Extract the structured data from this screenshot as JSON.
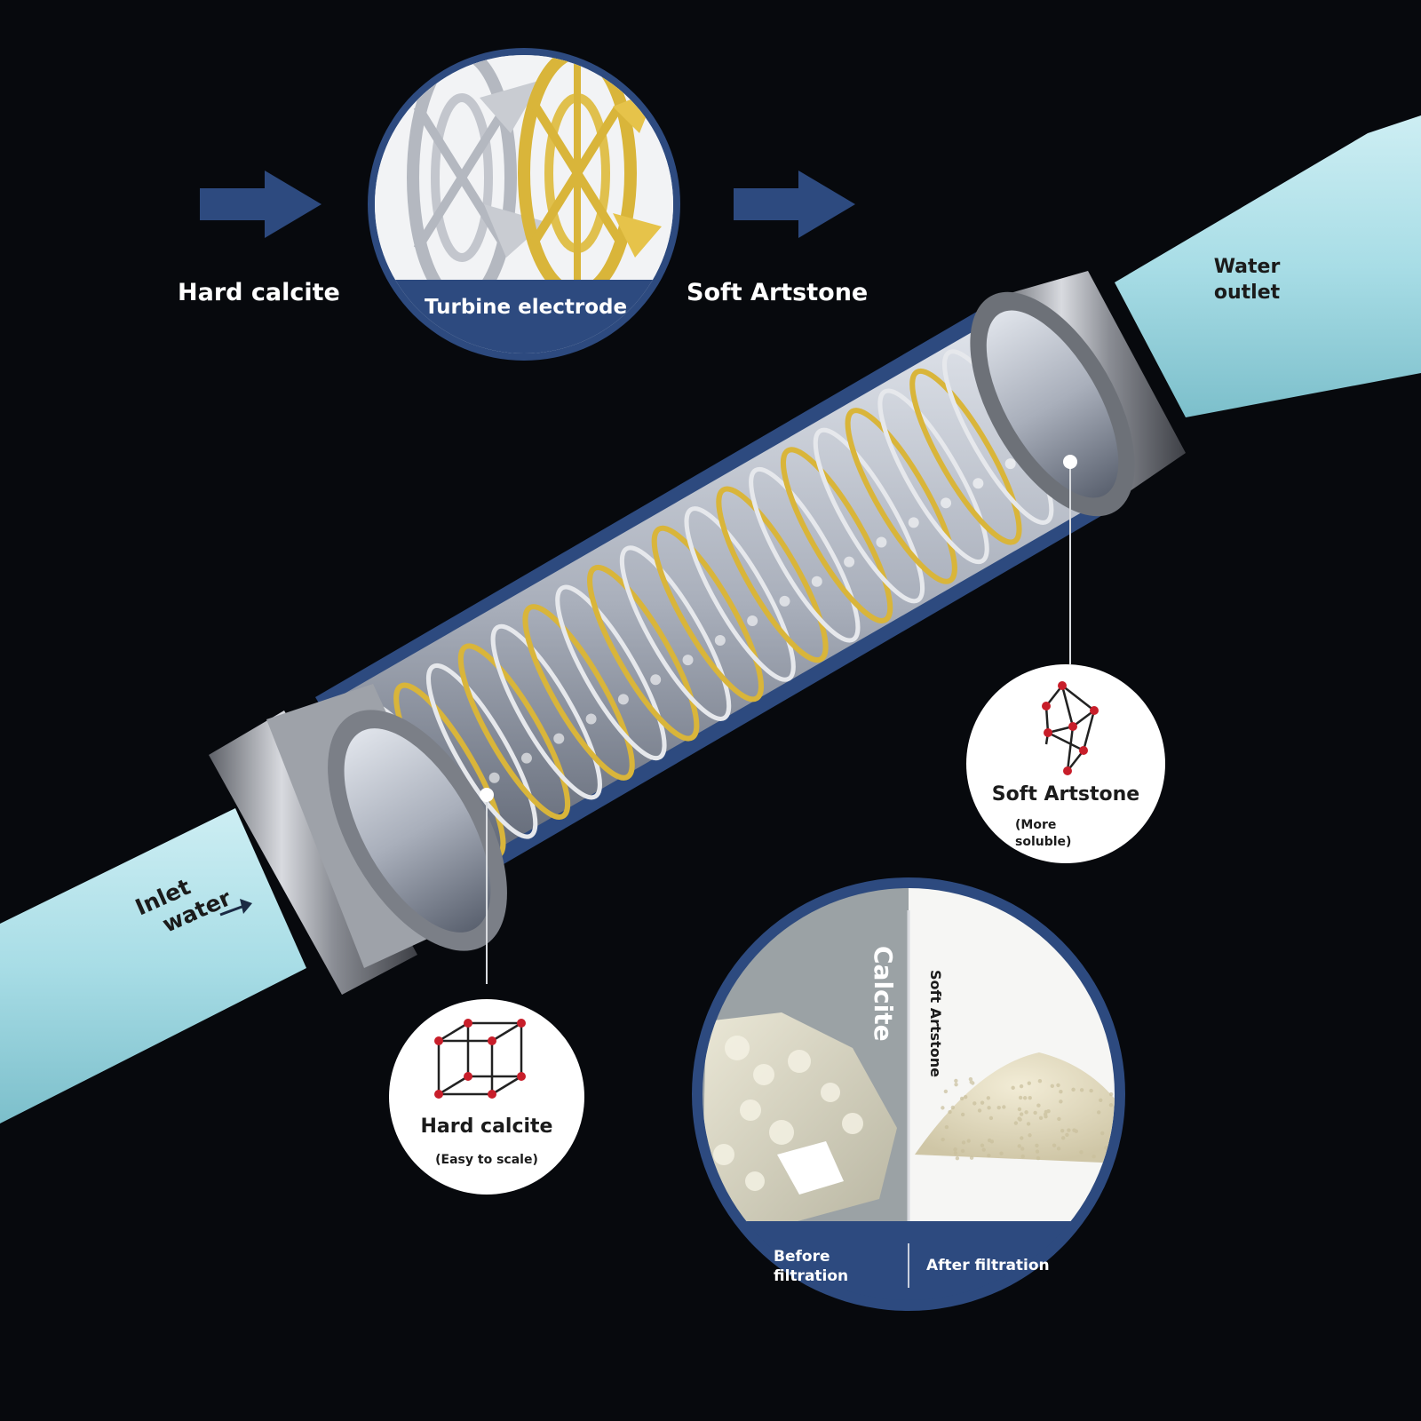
{
  "flow": {
    "input_label": "Hard calcite",
    "center_label": "Turbine electrode",
    "output_label": "Soft Artstone"
  },
  "pipe": {
    "inlet_label_line1": "Inlet",
    "inlet_label_line2": "water",
    "outlet_label_line1": "Water",
    "outlet_label_line2": "outlet"
  },
  "callouts": {
    "hard": {
      "title": "Hard calcite",
      "note": "(Easy to scale)"
    },
    "soft": {
      "title": "Soft Artstone",
      "note_line1": "(More",
      "note_line2": "soluble)"
    }
  },
  "comparison": {
    "left_vertical": "Calcite",
    "right_vertical": "Soft Artstone",
    "left_caption_line1": "Before",
    "left_caption_line2": "filtration",
    "right_caption": "After filtration"
  },
  "icons": {
    "arrow_left": "right-arrow-icon",
    "arrow_right": "right-arrow-icon",
    "crystal_hard": "cubic-lattice-icon",
    "crystal_soft": "rhombic-lattice-icon"
  },
  "colors": {
    "background": "#07090d",
    "accent_blue": "#2d4a7f",
    "pipe_cyan": "#a8dde6",
    "electrode_gold": "#d9b53a",
    "lattice_red": "#c81e2a"
  }
}
